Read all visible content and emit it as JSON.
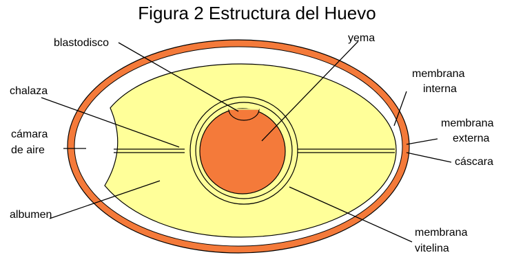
{
  "title": "Figura 2 Estructura del Huevo",
  "colors": {
    "shell": "#f47a3a",
    "albumen": "#ffff99",
    "yolk": "#f47a3a",
    "outline": "#000000",
    "background": "#ffffff"
  },
  "labels": {
    "blastodisco": "blastodisco",
    "yema": "yema",
    "chalaza": "chalaza",
    "camara_1": "cámara",
    "camara_2": "de aire",
    "albumen": "albumen",
    "membrana_interna_1": "membrana",
    "membrana_interna_2": "interna",
    "membrana_externa_1": "membrana",
    "membrana_externa_2": "externa",
    "cascara": "cáscara",
    "membrana_vitelina_1": "membrana",
    "membrana_vitelina_2": "vitelina"
  }
}
